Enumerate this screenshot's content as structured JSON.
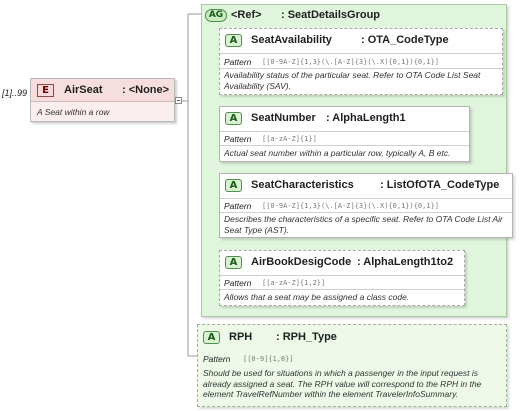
{
  "element": {
    "occurrence": "[1]..99",
    "badge": "E",
    "name": "AirSeat",
    "type": ": <None>",
    "description": "A Seat within a row"
  },
  "group": {
    "badge": "AG",
    "name": "<Ref>",
    "type": ": SeatDetailsGroup"
  },
  "attributes": [
    {
      "badge": "A",
      "name": "SeatAvailability",
      "type": ": OTA_CodeType",
      "facet": "Pattern",
      "value": "[[0-9A-Z]{1,3}(\\.[A-Z]{3}(\\.X){0,1}){0,1}]",
      "description": "Availability status of the particular seat. Refer to OTA Code List Seat Availability (SAV)."
    },
    {
      "badge": "A",
      "name": "SeatNumber",
      "type": ": AlphaLength1",
      "facet": "Pattern",
      "value": "[[a-zA-Z]{1}]",
      "description": "Actual seat number within a particular row, typically A, B etc."
    },
    {
      "badge": "A",
      "name": "SeatCharacteristics",
      "type": ": ListOfOTA_CodeType",
      "facet": "Pattern",
      "value": "[[0-9A-Z]{1,3}(\\.[A-Z]{3}(\\.X){0,1}){0,1}]",
      "description": "Describes the characteristics of a specific seat. Refer to OTA Code List Air Seat Type (AST)."
    },
    {
      "badge": "A",
      "name": "AirBookDesigCode",
      "type": ": AlphaLength1to2",
      "facet": "Pattern",
      "value": "[[a-zA-Z]{1,2}]",
      "description": "Allows that a seat may be assigned a class code."
    },
    {
      "badge": "A",
      "name": "RPH",
      "type": ": RPH_Type",
      "facet": "Pattern",
      "value": "[[0-9]{1,8}]",
      "description": "Should be used for situations in which a passenger in the input request is already assigned a seat. The RPH value will correspond to the RPH in the element  TravelRefNumber within the element TravelerInfoSummary."
    }
  ],
  "colors": {
    "element_fill": "#fbeeee",
    "group_fill": "#e0f6dc",
    "attribute_fill": "#ffffff",
    "connector": "#9a9a9a"
  }
}
